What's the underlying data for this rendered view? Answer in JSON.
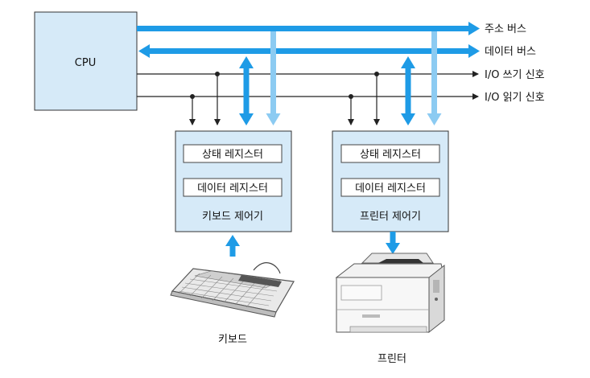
{
  "cpu": {
    "label": "CPU"
  },
  "buses": {
    "address": "주소 버스",
    "data": "데이터 버스",
    "io_write": "I/O 쓰기 신호",
    "io_read": "I/O 읽기 신호"
  },
  "controllers": [
    {
      "id": "keyboard",
      "status_register": "상태 레지스터",
      "data_register": "데이터 레지스터",
      "title": "키보드 제어기"
    },
    {
      "id": "printer",
      "status_register": "상태 레지스터",
      "data_register": "데이터 레지스터",
      "title": "프린터 제어기"
    }
  ],
  "devices": {
    "keyboard": "키보드",
    "printer": "프린터"
  },
  "colors": {
    "bus_blue": "#1e9be6",
    "light_blue": "#8ccbf2",
    "box_fill": "#d6eaf8",
    "line": "#222222"
  }
}
